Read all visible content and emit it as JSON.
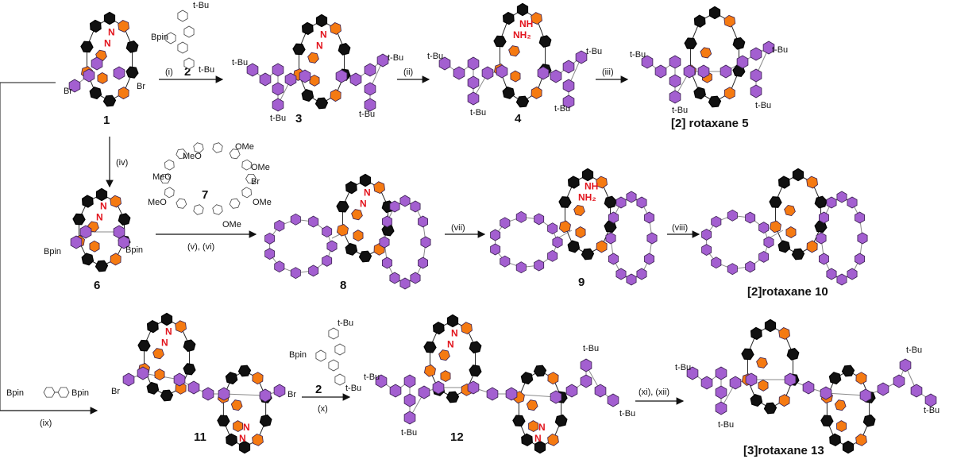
{
  "colors": {
    "purple": "#a35fd0",
    "orange": "#f57a12",
    "black": "#111111",
    "nitrogen": "#e2141d",
    "bond": "#8a8a8a"
  },
  "compounds": {
    "c1": "1",
    "c3": "3",
    "c4": "4",
    "c5": "[2] rotaxane 5",
    "c6": "6",
    "c7": "7",
    "c8": "8",
    "c9": "9",
    "c10": "[2]rotaxane 10",
    "c11": "11",
    "c12": "12",
    "c13": "[3]rotaxane 13",
    "reagent2": "2"
  },
  "conditions": {
    "i": "(i)",
    "ii": "(ii)",
    "iii": "(iii)",
    "iv": "(iv)",
    "v_vi": "(v), (vi)",
    "vii": "(vii)",
    "viii": "(viii)",
    "ix": "(ix)",
    "x": "(x)",
    "xi_xii": "(xi), (xii)"
  },
  "groups": {
    "tbu": "t-Bu",
    "br": "Br",
    "bpin": "Bpin",
    "ome": "OMe",
    "meo": "MeO",
    "n": "N",
    "nh": "NH",
    "nh2": "NH₂"
  }
}
